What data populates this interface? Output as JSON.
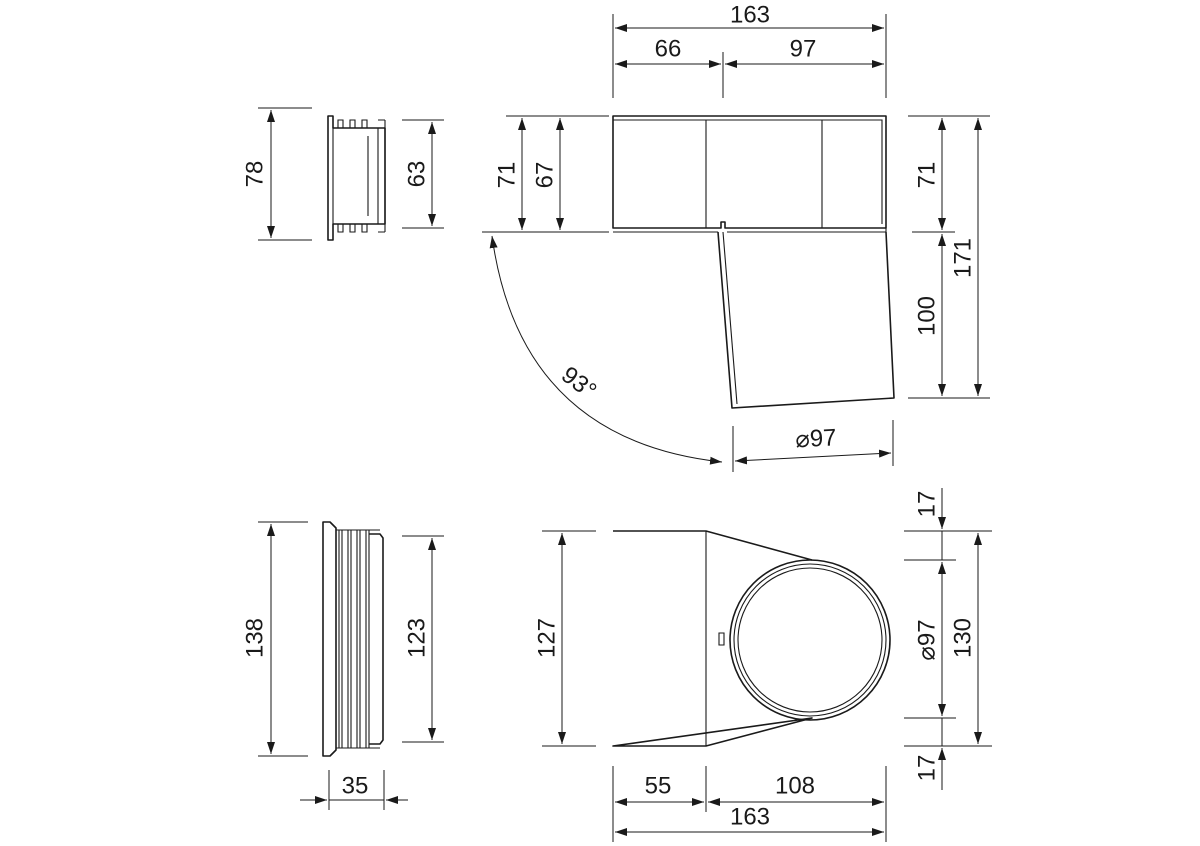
{
  "colors": {
    "line": "#1a1a1a",
    "background": "#ffffff"
  },
  "elbow_side_view": {
    "width_total": "163",
    "width_left": "66",
    "width_right": "97",
    "inlet_height_outer": "71",
    "inlet_height_inner": "67",
    "right_upper": "71",
    "right_lower": "100",
    "right_total": "171",
    "angle": "93°",
    "outlet_diameter": "⌀97"
  },
  "adapter_side_view": {
    "outer_height": "78",
    "inner_height": "63"
  },
  "adapter_front_view": {
    "outer_height": "138",
    "inner_height": "123",
    "depth": "35"
  },
  "elbow_top_view": {
    "height": "127",
    "width_left": "55",
    "width_right": "108",
    "width_total": "163",
    "offset_top": "17",
    "offset_bottom": "17",
    "outlet_diameter": "⌀97",
    "total_height": "130"
  }
}
